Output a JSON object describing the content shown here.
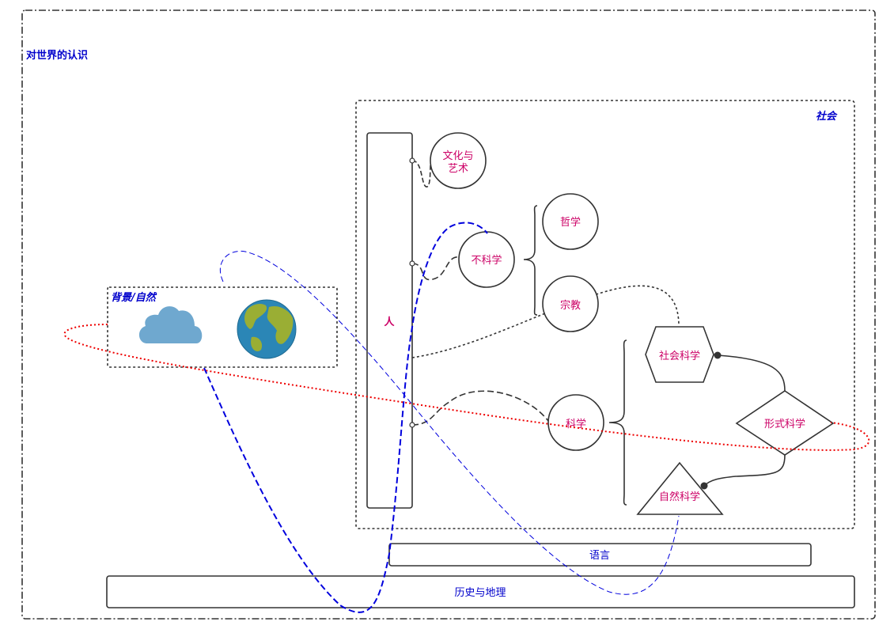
{
  "diagram": {
    "title": "对世界的认识",
    "society_label": "社会",
    "nature_label": "背景/自然",
    "person_label": "人",
    "culture_art_line1": "文化与",
    "culture_art_line2": "艺术",
    "non_science_label": "不科学",
    "philosophy_label": "哲学",
    "religion_label": "宗教",
    "science_label": "科学",
    "social_science_label": "社会科学",
    "formal_science_label": "形式科学",
    "natural_science_label": "自然科学",
    "language_label": "语言",
    "history_geo_label": "历史与地理"
  },
  "icons": {
    "cloud": "cloud-icon",
    "globe": "globe-icon"
  },
  "colors": {
    "title_blue": "#0000cc",
    "node_pink": "#cc0066",
    "stroke_dark": "#333333",
    "red_loop": "#ee0000",
    "blue_loop": "#0000dd",
    "cloud_blue": "#6fa8cf",
    "ocean": "#2b86b6",
    "land": "#9aae34"
  }
}
